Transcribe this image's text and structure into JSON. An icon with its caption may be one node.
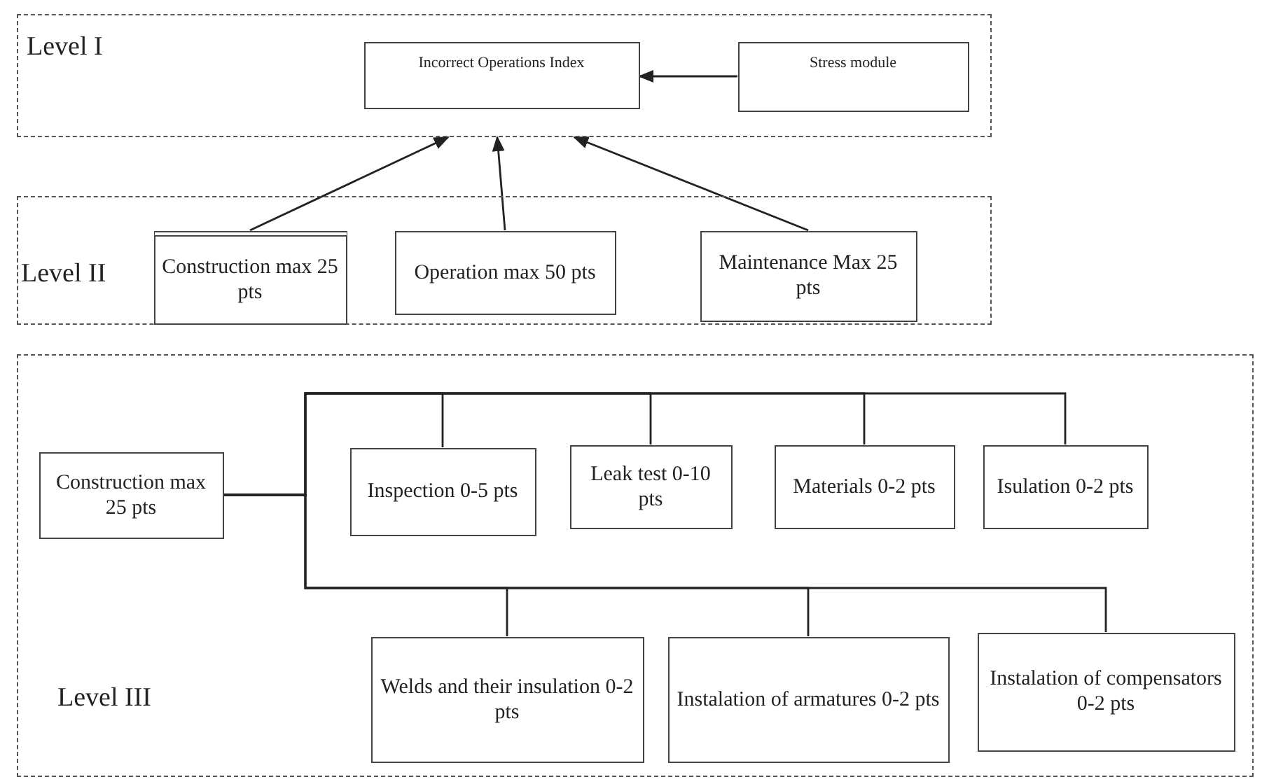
{
  "diagram": {
    "nodes": [
      {
        "text": [
          "Level I"
        ]
      },
      {
        "text": [
          "Incorrect Operations Index"
        ],
        "in": 0
      },
      {
        "text": [
          "Stress module"
        ],
        "in": 0
      },
      {
        "text": [
          "Level II"
        ]
      },
      {
        "text": [
          "Construction max 25 pts"
        ],
        "in": 3
      },
      {
        "text": [
          "Operation max 50 pts"
        ],
        "in": 3
      },
      {
        "text": [
          "Maintenance Max 25 pts"
        ],
        "in": 3
      },
      {
        "text": [
          "Level III"
        ]
      },
      {
        "text": [
          "Construction max 25 pts"
        ],
        "in": 7
      },
      {
        "text": [
          "Inspection 0-5 pts"
        ],
        "in": 7
      },
      {
        "text": [
          "Leak test 0-10 pts"
        ],
        "in": 7
      },
      {
        "text": [
          "Materials 0-2 pts"
        ],
        "in": 7
      },
      {
        "text": [
          "Isulation 0-2 pts"
        ],
        "in": 7
      },
      {
        "text": [
          "Welds and their insulation 0-2 pts"
        ],
        "in": 7
      },
      {
        "text": [
          "Instalation of armatures 0-2 pts"
        ],
        "in": 7
      },
      {
        "text": [
          "Instalation of compensators 0-2 pts"
        ],
        "in": 7
      }
    ],
    "edges": [
      {
        "from": 2,
        "to": 1,
        "arrow": "to"
      },
      {
        "from": 4,
        "to": 0,
        "arrow": "to"
      },
      {
        "from": 5,
        "to": 0,
        "arrow": "to"
      },
      {
        "from": 6,
        "to": 0,
        "arrow": "to"
      },
      {
        "from": 8,
        "to": 9,
        "arrow": "none"
      },
      {
        "from": 8,
        "to": 10,
        "arrow": "none"
      },
      {
        "from": 8,
        "to": 11,
        "arrow": "none"
      },
      {
        "from": 8,
        "to": 12,
        "arrow": "none"
      },
      {
        "from": 8,
        "to": 13,
        "arrow": "none"
      },
      {
        "from": 8,
        "to": 14,
        "arrow": "none"
      },
      {
        "from": 8,
        "to": 15,
        "arrow": "none"
      }
    ]
  }
}
